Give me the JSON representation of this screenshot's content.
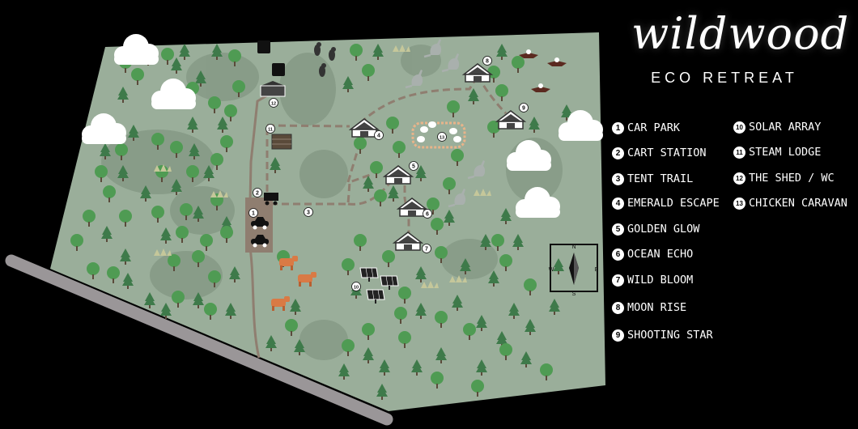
{
  "brand": {
    "script": "wildwood",
    "subtitle": "ECO RETREAT"
  },
  "legend": [
    {
      "num": "1",
      "label": "CAR PARK"
    },
    {
      "num": "2",
      "label": "CART STATION"
    },
    {
      "num": "3",
      "label": "TENT TRAIL"
    },
    {
      "num": "4",
      "label": "EMERALD ESCAPE"
    },
    {
      "num": "5",
      "label": "GOLDEN GLOW"
    },
    {
      "num": "6",
      "label": "OCEAN ECHO"
    },
    {
      "num": "7",
      "label": "WILD BLOOM"
    },
    {
      "num": "8",
      "label": "MOON RISE"
    },
    {
      "num": "9",
      "label": "SHOOTING STAR"
    },
    {
      "num": "10",
      "label": "SOLAR ARRAY"
    },
    {
      "num": "11",
      "label": "STEAM LODGE"
    },
    {
      "num": "12",
      "label": "THE SHED / WC"
    },
    {
      "num": "13",
      "label": "CHICKEN CARAVAN"
    }
  ],
  "compass": {
    "north": "N",
    "south": "S",
    "east": "E",
    "west": "W"
  },
  "map_markers": [
    "1",
    "2",
    "3",
    "4",
    "5",
    "6",
    "7",
    "8",
    "9",
    "10",
    "11",
    "12",
    "13"
  ],
  "colors": {
    "background": "#000000",
    "land": "#9aae9a",
    "land_shade": "#879b87",
    "tree": "#3e7a4a",
    "path": "#8f7e70",
    "road": "#9a9698",
    "cabin": "#3a3a3a",
    "cloud": "#ffffff",
    "cattle": "#d97a45"
  }
}
